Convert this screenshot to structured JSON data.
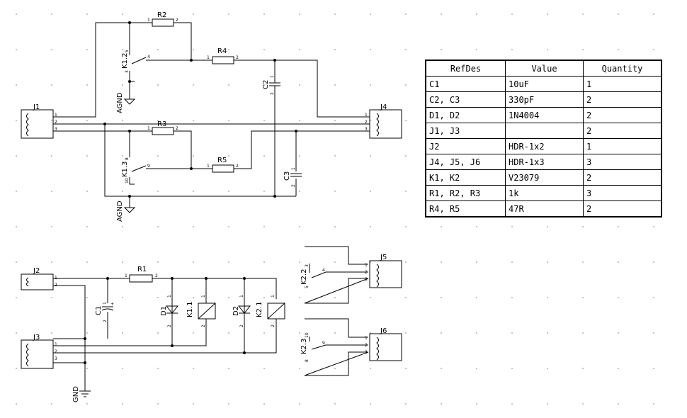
{
  "schematic": {
    "connectors": {
      "J1": "J1",
      "J2": "J2",
      "J3": "J3",
      "J4": "J4",
      "J5": "J5",
      "J6": "J6"
    },
    "resistors": {
      "R1": "R1",
      "R2": "R2",
      "R3": "R3",
      "R4": "R4",
      "R5": "R5"
    },
    "capacitors": {
      "C1": "C1",
      "C2": "C2",
      "C3": "C3"
    },
    "diodes": {
      "D1": "D1",
      "D2": "D2"
    },
    "relay_parts": {
      "K1_2": "K1.2",
      "K1_3": "K1.3",
      "K1_1": "K1.1",
      "K2_1": "K2.1",
      "K2_2": "K2.2",
      "K2_3": "K2.3"
    },
    "power": {
      "agnd": "AGND",
      "gnd": "GND"
    },
    "pins": {
      "p1": "1",
      "p2": "2",
      "p3": "3",
      "p4": "4",
      "p5": "5",
      "p8": "8",
      "p9": "9",
      "p10": "10",
      "plus": "+"
    }
  },
  "bom": {
    "headers": [
      "RefDes",
      "Value",
      "Quantity"
    ],
    "rows": [
      [
        "C1",
        "10uF",
        "1"
      ],
      [
        "C2, C3",
        "330pF",
        "2"
      ],
      [
        "D1, D2",
        "1N4004",
        "2"
      ],
      [
        "J1, J3",
        "",
        "2"
      ],
      [
        "J2",
        "HDR-1x2",
        "1"
      ],
      [
        "J4, J5, J6",
        "HDR-1x3",
        "3"
      ],
      [
        "K1, K2",
        "V23079",
        "2"
      ],
      [
        "R1, R2, R3",
        "1k",
        "3"
      ],
      [
        "R4, R5",
        "47R",
        "2"
      ]
    ]
  }
}
